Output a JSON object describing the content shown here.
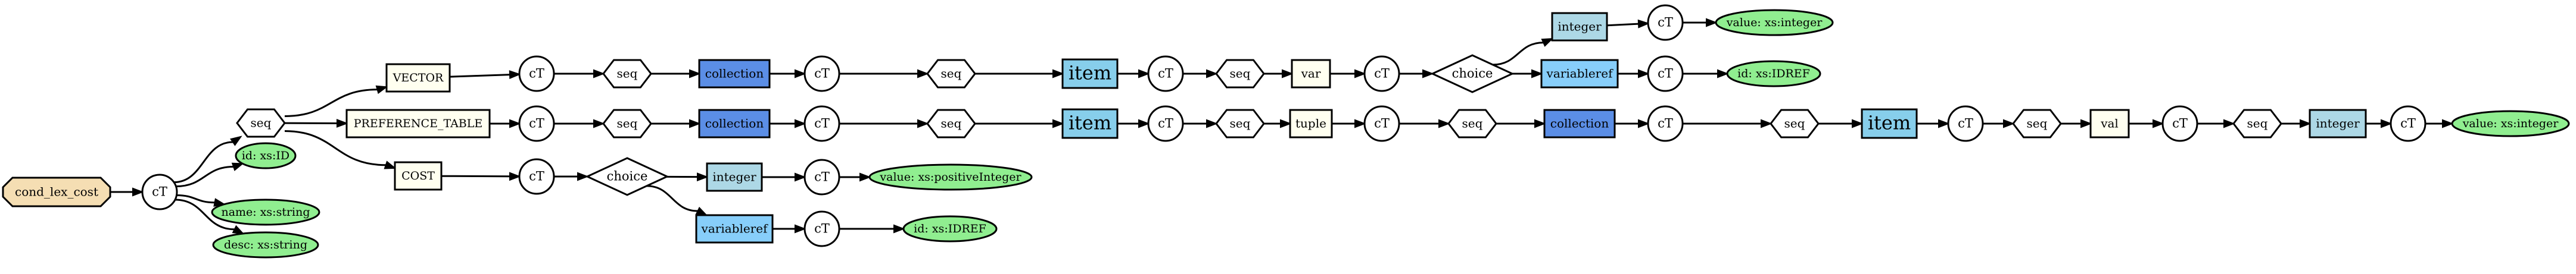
{
  "colors": {
    "root": "#f5deb3",
    "element": "#fffff0",
    "collection": "#5b8ee6",
    "item": "#87ceeb",
    "integer": "#add8e6",
    "variableref": "#87cefa",
    "attribute": "#90ee90",
    "white": "#ffffff"
  },
  "nodes": {
    "root": "cond_lex_cost",
    "ct_root": "cT",
    "seq_root": "seq",
    "attr_id": "id: xs:ID",
    "attr_name": "name: xs:string",
    "attr_desc": "desc: xs:string",
    "vector": "VECTOR",
    "pref_table": "PREFERENCE_TABLE",
    "cost": "COST",
    "ct_v1": "cT",
    "seq_v1": "seq",
    "coll_v": "collection",
    "ct_v2": "cT",
    "seq_v2": "seq",
    "item_v": "item",
    "ct_v3": "cT",
    "seq_v3": "seq",
    "var": "var",
    "ct_v4": "cT",
    "choice_v": "choice",
    "int_v": "integer",
    "ct_v5": "cT",
    "val_v": "value: xs:integer",
    "vref_v": "variableref",
    "ct_v6": "cT",
    "id_v": "id: xs:IDREF",
    "ct_p1": "cT",
    "seq_p1": "seq",
    "coll_p1": "collection",
    "ct_p2": "cT",
    "seq_p2": "seq",
    "item_p1": "item",
    "ct_p3": "cT",
    "seq_p3": "seq",
    "tuple": "tuple",
    "ct_p4": "cT",
    "seq_p4": "seq",
    "coll_p2": "collection",
    "ct_p5": "cT",
    "seq_p5": "seq",
    "item_p2": "item",
    "ct_p6": "cT",
    "seq_p6": "seq",
    "val_p": "val",
    "ct_p7": "cT",
    "seq_p7": "seq",
    "int_p": "integer",
    "ct_p8": "cT",
    "value_p": "value: xs:integer",
    "ct_c1": "cT",
    "choice_c": "choice",
    "int_c": "integer",
    "ct_c2": "cT",
    "val_c": "value: xs:positiveInteger",
    "vref_c": "variableref",
    "ct_c3": "cT",
    "id_c": "id: xs:IDREF"
  }
}
